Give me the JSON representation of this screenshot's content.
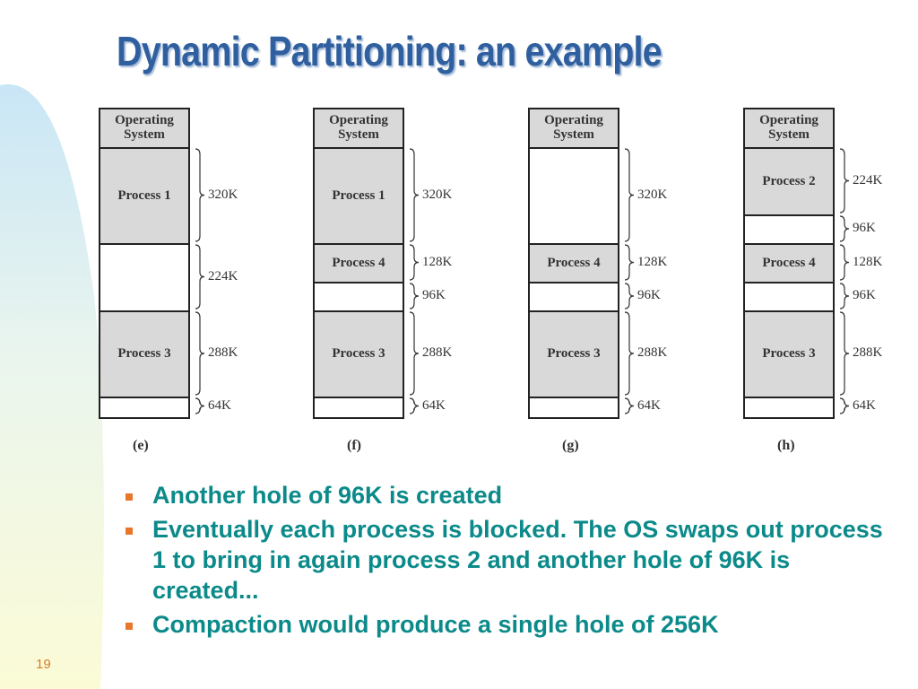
{
  "title": "Dynamic Partitioning: an example",
  "diagrams": [
    {
      "caption": "(e)",
      "blocks": [
        {
          "label": "Operating System",
          "size": "",
          "fill": "gray"
        },
        {
          "label": "Process 1",
          "size": "320K",
          "fill": "gray"
        },
        {
          "label": "",
          "size": "224K",
          "fill": "white"
        },
        {
          "label": "Process 3",
          "size": "288K",
          "fill": "gray"
        },
        {
          "label": "",
          "size": "64K",
          "fill": "white"
        }
      ]
    },
    {
      "caption": "(f)",
      "blocks": [
        {
          "label": "Operating System",
          "size": "",
          "fill": "gray"
        },
        {
          "label": "Process 1",
          "size": "320K",
          "fill": "gray"
        },
        {
          "label": "Process 4",
          "size": "128K",
          "fill": "gray"
        },
        {
          "label": "",
          "size": "96K",
          "fill": "white"
        },
        {
          "label": "Process 3",
          "size": "288K",
          "fill": "gray"
        },
        {
          "label": "",
          "size": "64K",
          "fill": "white"
        }
      ]
    },
    {
      "caption": "(g)",
      "blocks": [
        {
          "label": "Operating System",
          "size": "",
          "fill": "gray"
        },
        {
          "label": "",
          "size": "320K",
          "fill": "white"
        },
        {
          "label": "Process 4",
          "size": "128K",
          "fill": "gray"
        },
        {
          "label": "",
          "size": "96K",
          "fill": "white"
        },
        {
          "label": "Process 3",
          "size": "288K",
          "fill": "gray"
        },
        {
          "label": "",
          "size": "64K",
          "fill": "white"
        }
      ]
    },
    {
      "caption": "(h)",
      "blocks": [
        {
          "label": "Operating System",
          "size": "",
          "fill": "gray"
        },
        {
          "label": "Process 2",
          "size": "224K",
          "fill": "gray"
        },
        {
          "label": "",
          "size": "96K",
          "fill": "white"
        },
        {
          "label": "Process 4",
          "size": "128K",
          "fill": "gray"
        },
        {
          "label": "",
          "size": "96K",
          "fill": "white"
        },
        {
          "label": "Process 3",
          "size": "288K",
          "fill": "gray"
        },
        {
          "label": "",
          "size": "64K",
          "fill": "white"
        }
      ]
    }
  ],
  "bullets": [
    "Another hole of 96K is created",
    "Eventually each process is blocked. The OS swaps out process 1 to bring in again process 2 and another hole of 96K is created...",
    "Compaction would produce a single hole of 256K"
  ],
  "page_number": "19",
  "colors": {
    "title": "#2f5f9e",
    "bullet_text": "#0c8a8a",
    "bullet_marker": "#e8762b",
    "process_fill": "#d9d9d9",
    "page_number": "#d47e2a"
  }
}
